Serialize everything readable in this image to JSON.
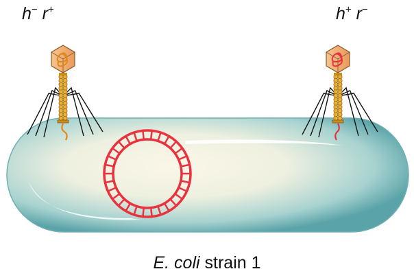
{
  "phage_left": {
    "gene1": "h",
    "sign1": "−",
    "gene2": "r",
    "sign2": "+",
    "dna_color": "#e08a1e"
  },
  "phage_right": {
    "gene1": "h",
    "sign1": "+",
    "gene2": "r",
    "sign2": "−",
    "dna_color": "#e8333f"
  },
  "caption": {
    "species": "E. coli",
    "rest": " strain 1"
  },
  "colors": {
    "cell_body": "#c9e6e4",
    "cell_edge": "#5aa3a8",
    "plasmid": "#e8333f",
    "phage_head": "#f2b37a",
    "phage_tail": "#d99a2b"
  }
}
